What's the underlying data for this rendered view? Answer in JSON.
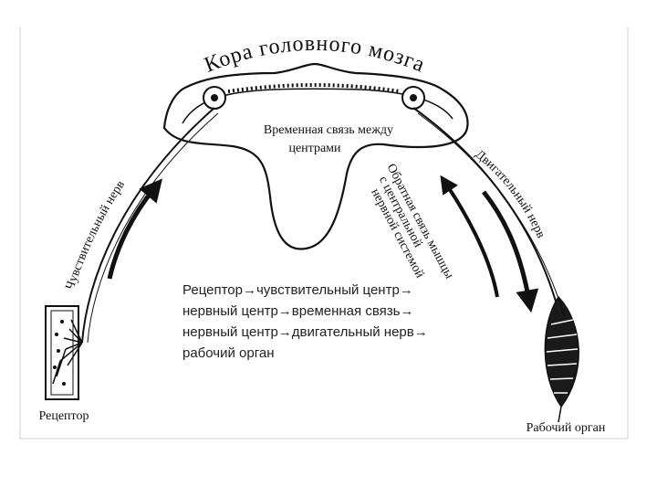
{
  "title": "Кора головного мозга",
  "labels": {
    "temporary_link_line1": "Временная связь между",
    "temporary_link_line2": "центрами",
    "sensory_nerve": "Чувствительный нерв",
    "motor_nerve": "Двигательный нерв",
    "feedback_line1": "Обратная связь мышцы",
    "feedback_line2": "с центральной",
    "feedback_line3": "нервной системой",
    "receptor": "Рецептор",
    "working_organ": "Рабочий орган"
  },
  "chain": {
    "line1": "Рецептор→чувствительный центр→",
    "line2": "нервный центр→временная связь→",
    "line3": "нервный центр→двигательный нерв→",
    "line4": "рабочий орган"
  }
}
